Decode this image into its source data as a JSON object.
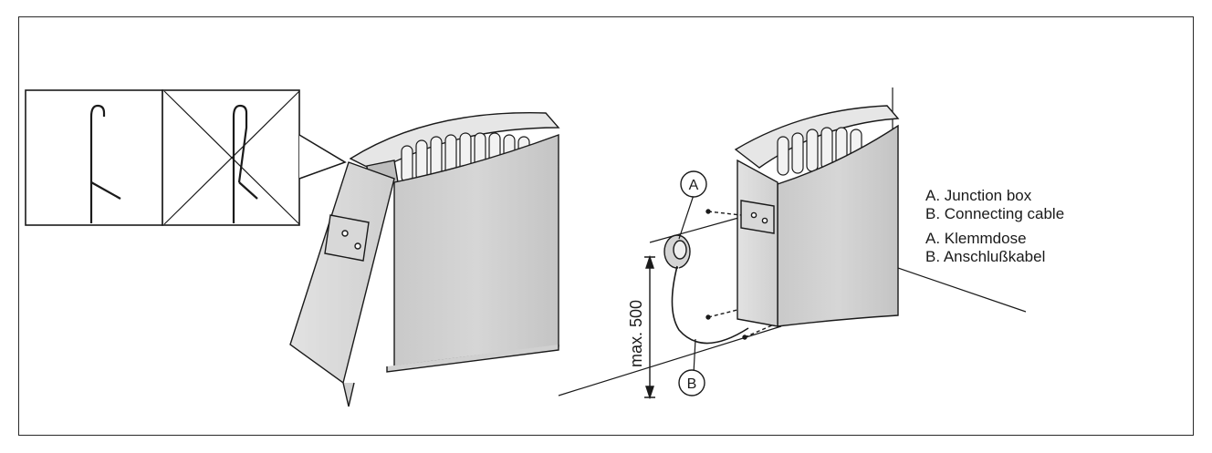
{
  "callouts": {
    "a": "A",
    "b": "B"
  },
  "dimension": {
    "label": "max. 500"
  },
  "legend": {
    "groups": [
      {
        "items": [
          "A. Junction box",
          "B. Connecting cable"
        ]
      },
      {
        "items": [
          "A. Klemmdose",
          "B. Anschlußkabel"
        ]
      }
    ]
  }
}
